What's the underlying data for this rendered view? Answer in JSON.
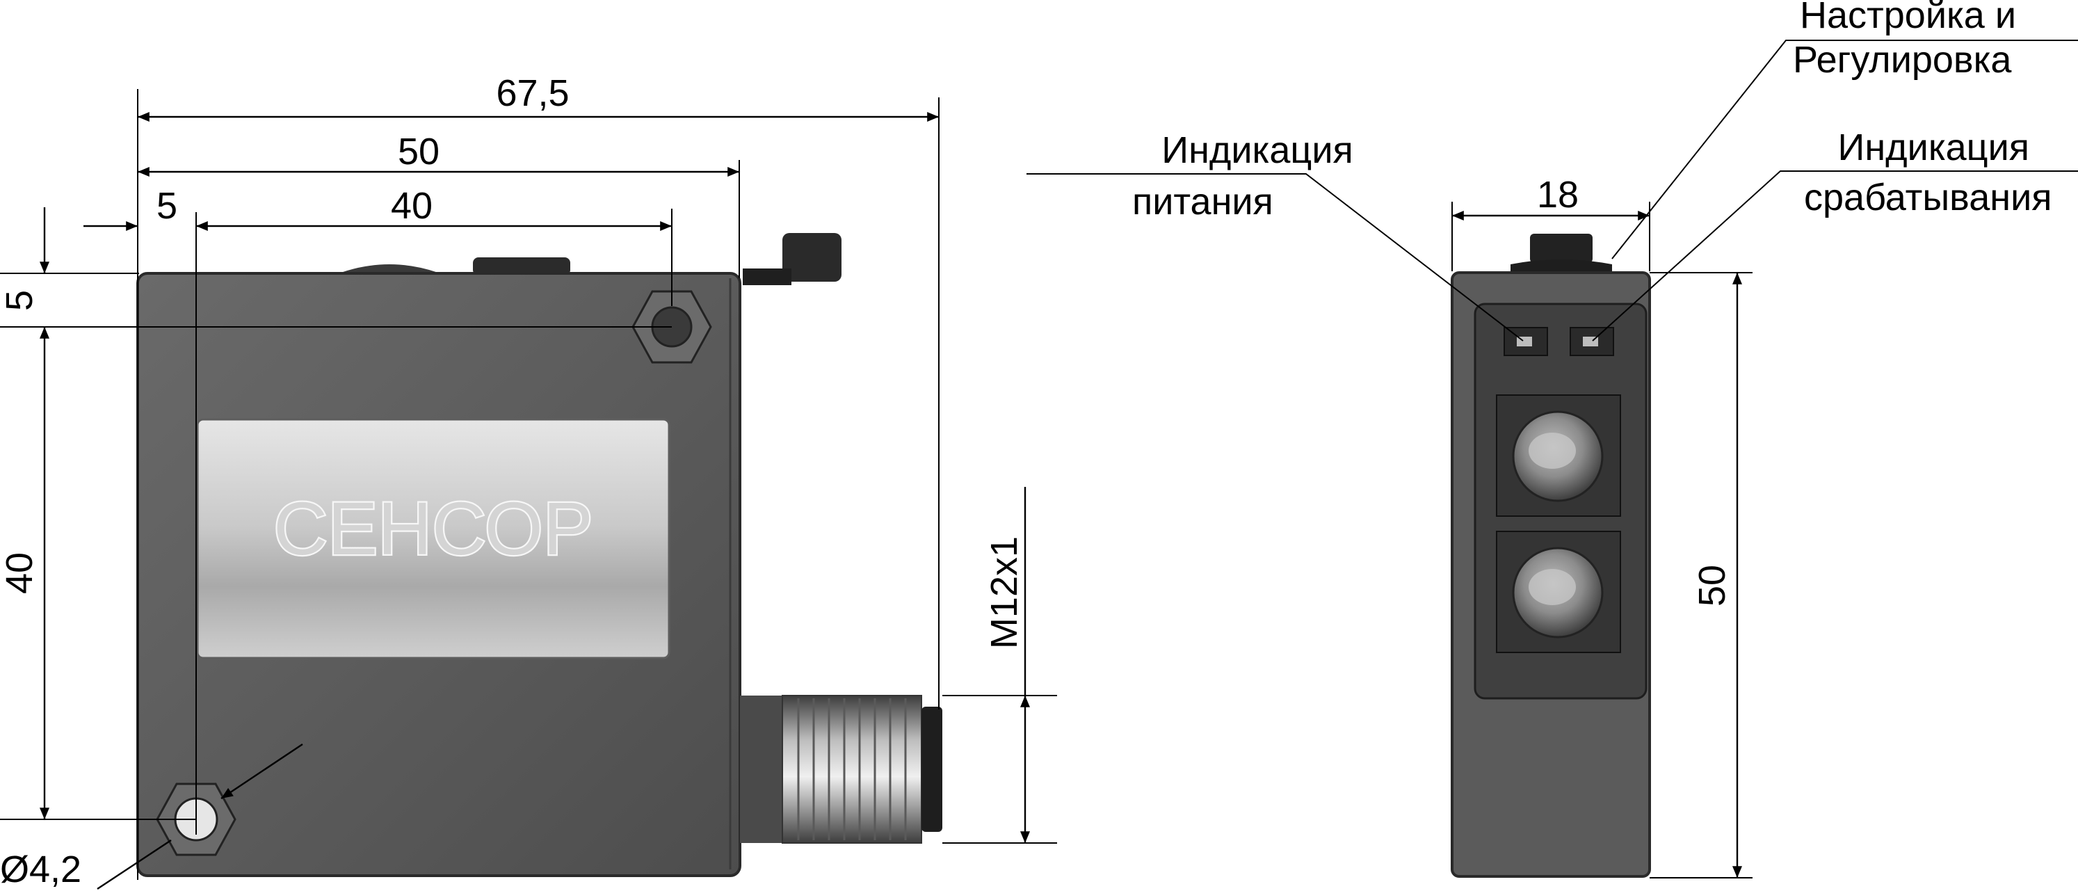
{
  "dimensions": {
    "d_67_5": "67,5",
    "d_50_top": "50",
    "d_5_top": "5",
    "d_40_top": "40",
    "d_5_left": "5",
    "d_40_left": "40",
    "hole": "Ø4,2",
    "thread": "M12x1",
    "d_18": "18",
    "d_50_right": "50"
  },
  "brand": "СЕНСОР",
  "labels": {
    "power_1": "Индикация",
    "power_2": "питания",
    "adjust_1": "Настройка и",
    "adjust_2": "Регулировка",
    "trigger_1": "Индикация",
    "trigger_2": "срабатывания"
  },
  "colors": {
    "body": "#5a5a5a",
    "line": "#000000",
    "label_plate": "#c8c8c8"
  }
}
